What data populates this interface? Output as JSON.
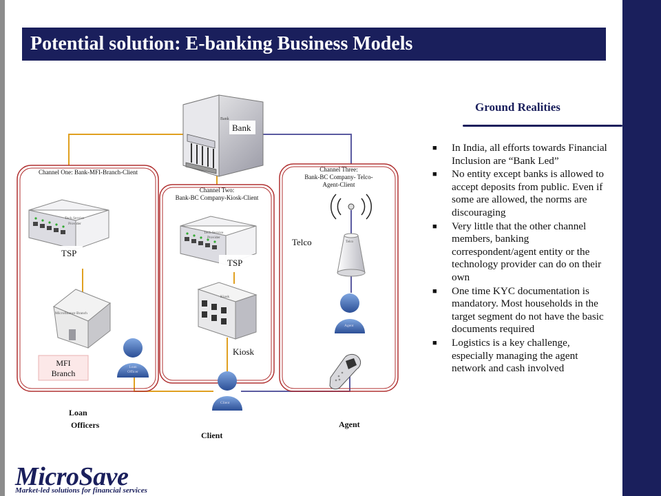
{
  "title": "Potential solution: E-banking Business Models",
  "ground_realities": {
    "heading": "Ground Realities",
    "bullets": [
      "In India, all efforts towards Financial Inclusion are “Bank Led”",
      "No entity except banks is allowed to accept deposits from public.  Even if some are allowed, the norms are discouraging",
      "Very little that the other channel members, banking correspondent/agent entity or the technology provider can do on their own",
      "One time KYC documentation is mandatory. Most households in the target segment do not have the basic documents required",
      "Logistics is a key challenge, especially managing the agent network and cash involved"
    ]
  },
  "diagram": {
    "bank_label": "Bank",
    "bank_icon_text": "Bank",
    "channel_one": "Channel One: Bank-MFI-Branch-Client",
    "channel_two_line1": "Channel Two:",
    "channel_two_line2": "Bank-BC Company-Kiosk-Client",
    "channel_three_line1": "Channel Three:",
    "channel_three_line2": "Bank-BC Company- Telco-",
    "channel_three_line3": "Agent-Client",
    "tsp_device_text_1": "Tech Service",
    "tsp_device_text_2": "Provider",
    "tsp_label": "TSP",
    "branch_icon_text": "Microfinance Branch",
    "mfi_label_1": "MFI",
    "mfi_label_2": "Branch",
    "loan_officer_icon_1": "Loan",
    "loan_officer_icon_2": "Officer",
    "kiosk_icon_text": "Kiosk",
    "kiosk_label": "Kiosk",
    "telco_label": "Telco",
    "telco_icon_text": "Telco",
    "agent_icon_text": "Agent",
    "client_icon_text": "Client",
    "caption_loan_1": "Loan",
    "caption_loan_2": "Officers",
    "caption_agent": "Agent",
    "caption_client": "Client"
  },
  "logo": {
    "name": "MicroSave",
    "tagline": "Market-led solutions for financial services"
  },
  "colors": {
    "navy": "#1a1f5c",
    "orange_line": "#e0a020",
    "blue_line": "#5a5aa0",
    "person": "#3a5fa8",
    "frame_red": "#b03030"
  }
}
